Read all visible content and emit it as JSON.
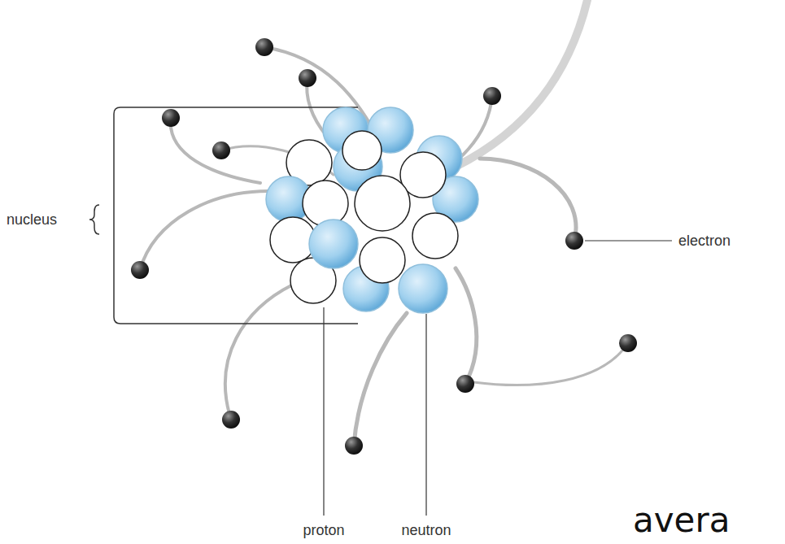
{
  "diagram": {
    "labels": [
      "nucleus",
      "electron",
      "proton",
      "neutron",
      "avera"
    ]
  }
}
